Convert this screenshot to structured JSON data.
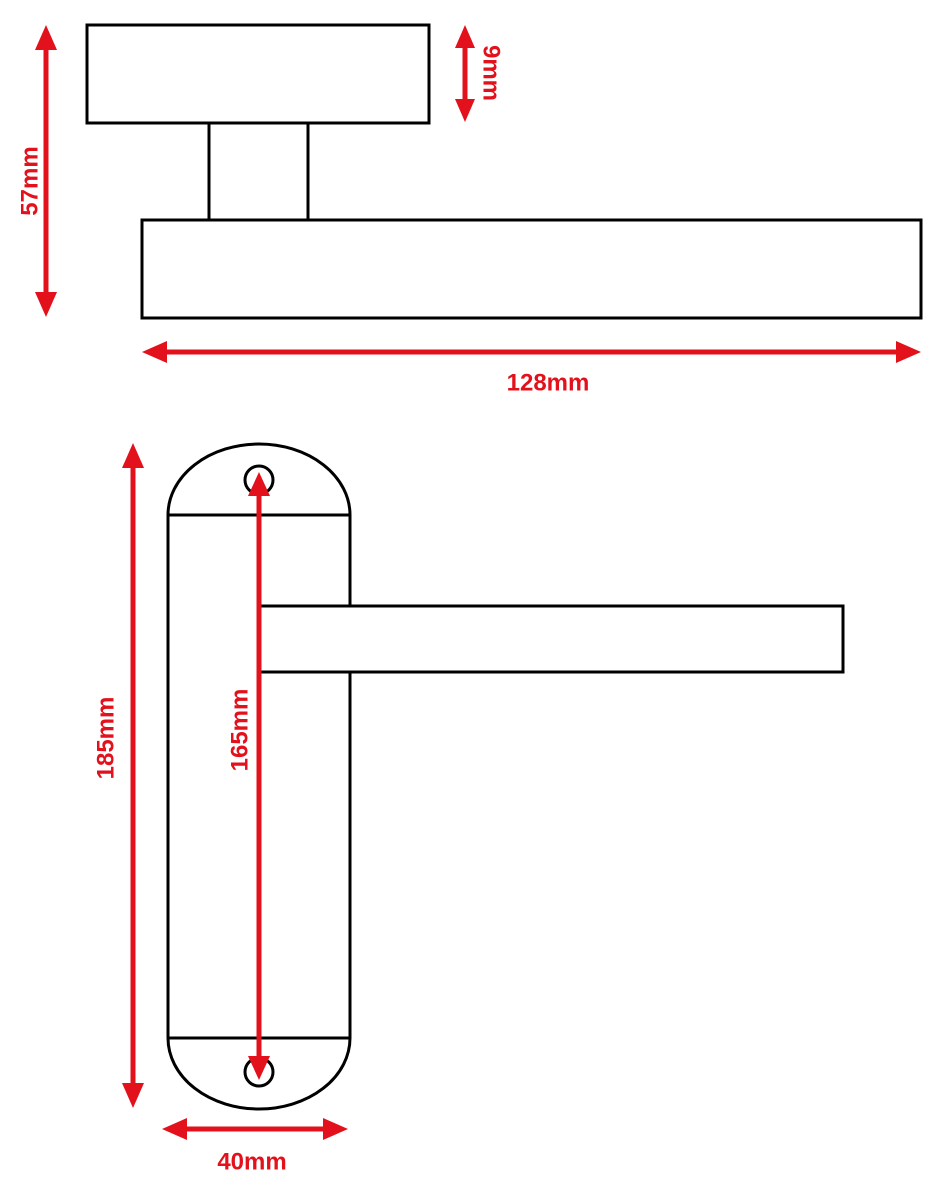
{
  "colors": {
    "outline": "#000000",
    "dimension": "#e3111b",
    "background": "#ffffff"
  },
  "side_view": {
    "height_label": "57mm",
    "rose_thickness_label": "9mm",
    "lever_length_label": "128mm"
  },
  "front_view": {
    "plate_height_label": "185mm",
    "fixing_centres_label": "165mm",
    "plate_width_label": "40mm"
  }
}
